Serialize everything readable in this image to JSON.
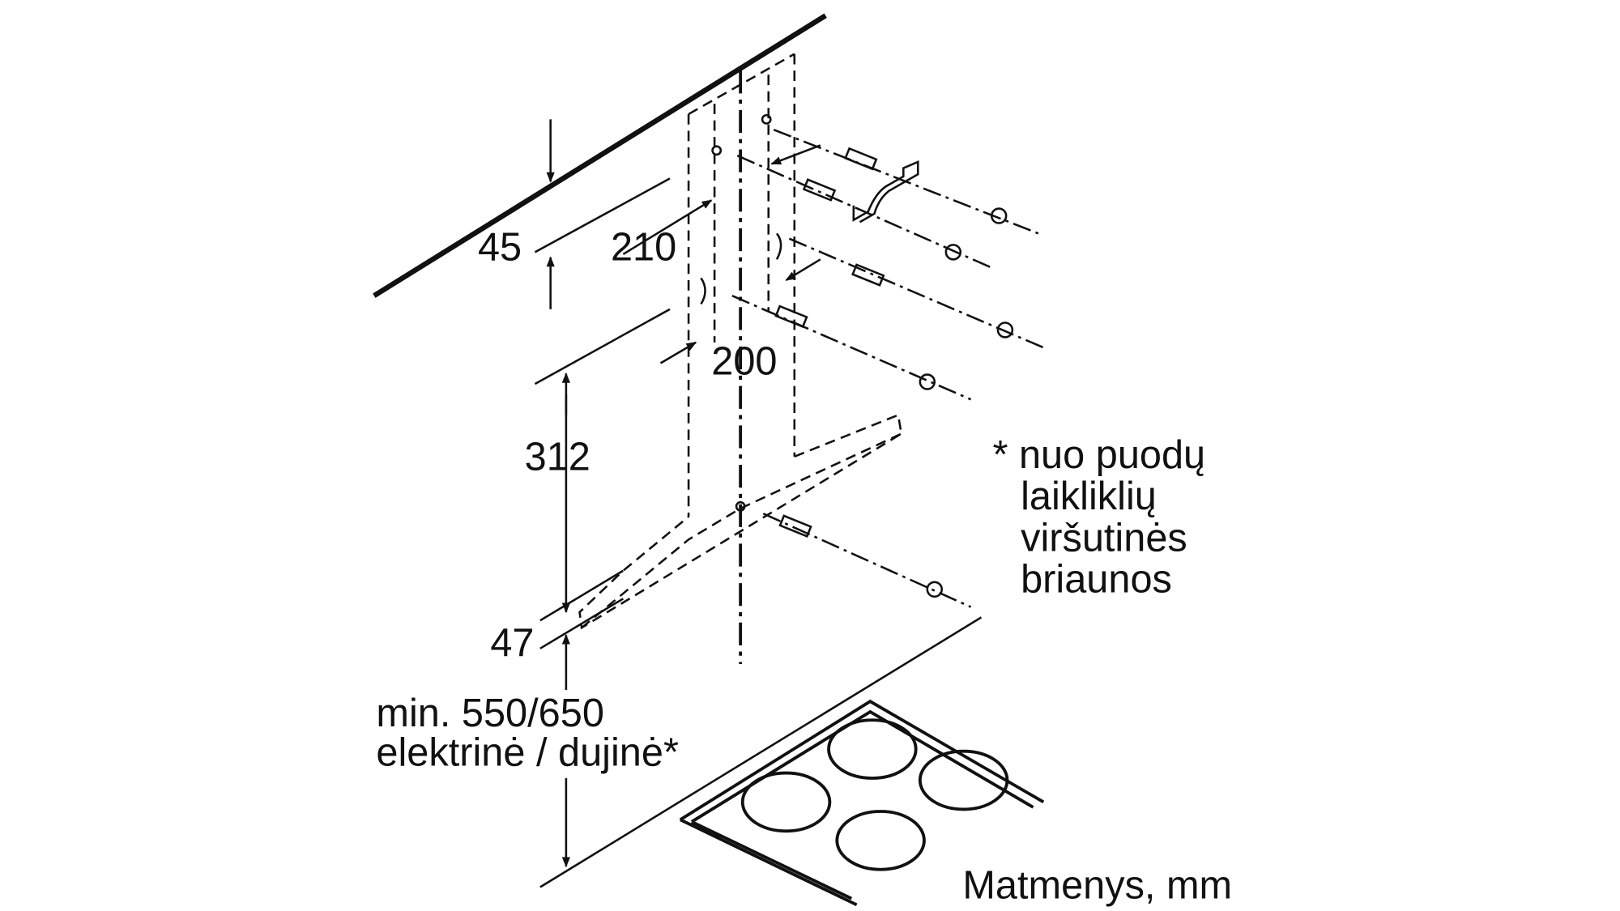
{
  "dimensions": {
    "d45": "45",
    "d210": "210",
    "d200": "200",
    "d312": "312",
    "d47": "47",
    "min_height_line1": "min. 550/650",
    "min_height_line2": "elektrinė / dujinė*"
  },
  "footnote": {
    "line1": "* nuo puodų",
    "line2": "laikliklių",
    "line3": "viršutinės",
    "line4": "briaunos"
  },
  "caption": "Matmenys, mm"
}
